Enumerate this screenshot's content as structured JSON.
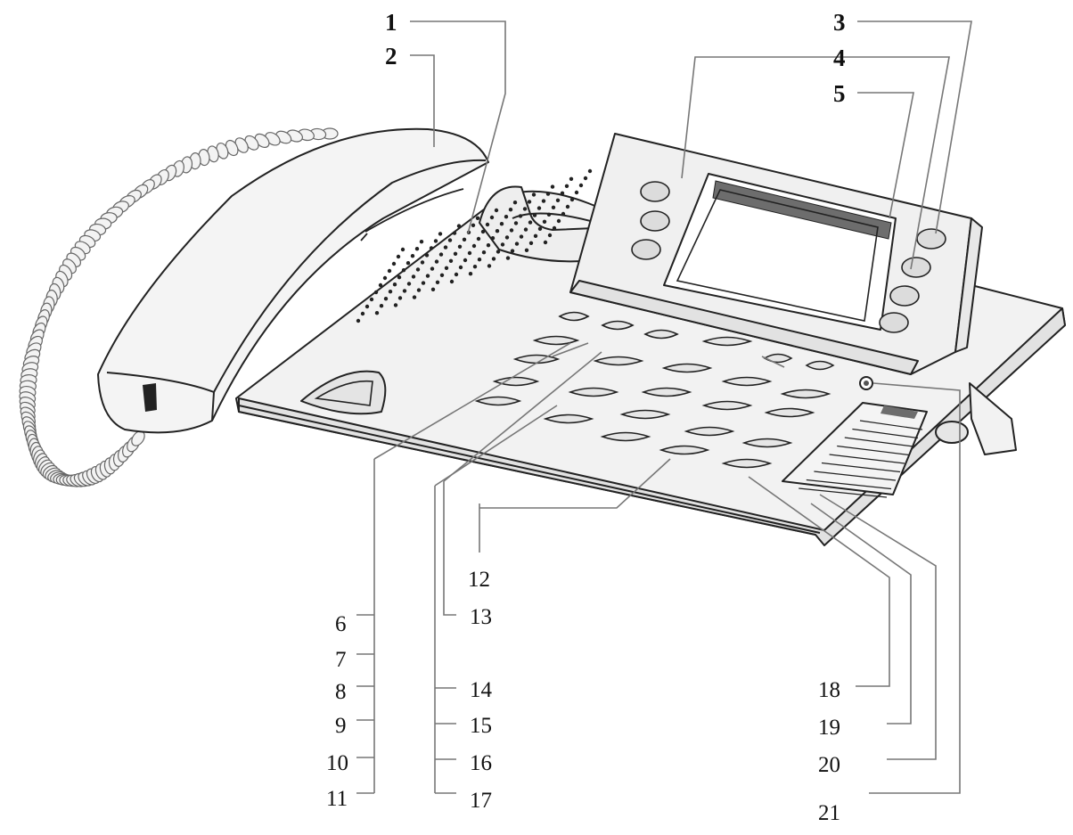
{
  "diagram": {
    "callouts_top": [
      "1",
      "2",
      "3",
      "4",
      "5"
    ],
    "callouts_left": [
      "6",
      "7",
      "8",
      "9",
      "10",
      "11"
    ],
    "callouts_center": [
      "12",
      "13",
      "14",
      "15",
      "16",
      "17"
    ],
    "callouts_right": [
      "18",
      "19",
      "20",
      "21"
    ]
  },
  "colors": {
    "line": "#222222",
    "leader": "#777777",
    "body_fill": "#efefef",
    "key_fill": "#dcdcdc",
    "display_bar": "#6d6d6d"
  },
  "icons": {
    "handset": "telephone-handset",
    "cord": "coiled-cord",
    "display": "lcd-display",
    "speaker": "speaker-grille",
    "keypad": "keypad-keys",
    "label_strip": "label-strip",
    "led": "status-led",
    "foot": "stand-foot"
  }
}
